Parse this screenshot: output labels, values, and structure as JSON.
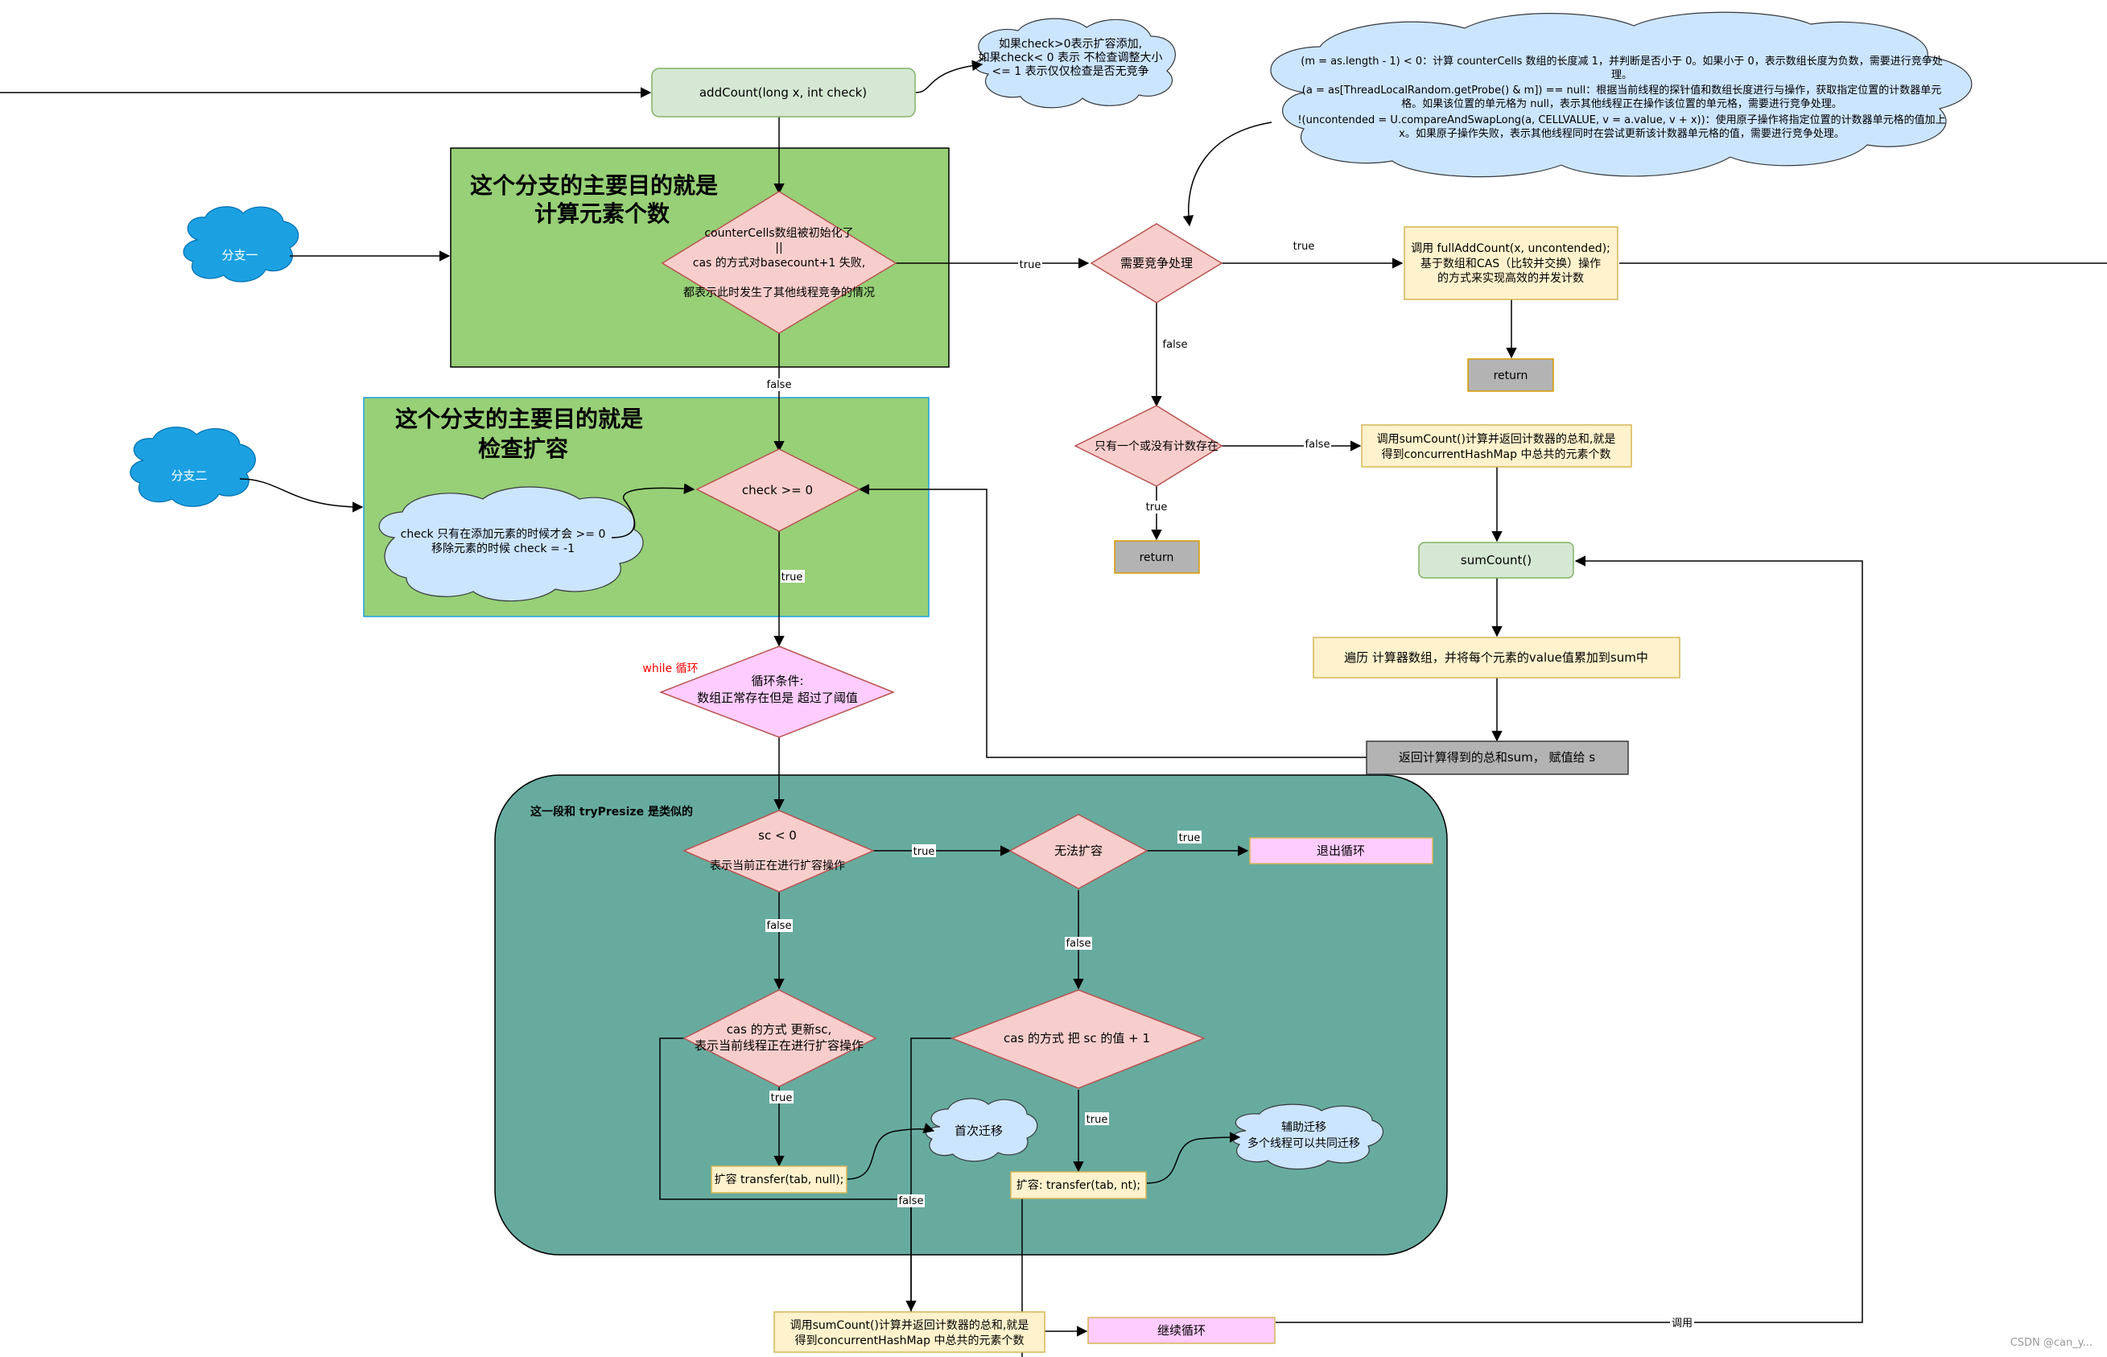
{
  "colors": {
    "panel_green": "#97d077",
    "panel_teal": "#67ab9f",
    "diamond_red": "#f8cecc",
    "diamond_pink": "#ffccff",
    "box_yellow": "#fff2cc",
    "box_green": "#d5e8d4",
    "box_gray": "#b3b3b3",
    "cloud_blue": "#cce5ff",
    "cloud_branch": "#1ba1e2",
    "loop_label": "#ff0000"
  },
  "nodes": {
    "add_count": "addCount(long x, int check)",
    "check_cloud": [
      "如果check>0表示扩容添加,",
      "如果check< 0 表示 不检查调整大小",
      "<= 1 表示仅仅检查是否无竞争"
    ],
    "m_cloud": [
      "(m = as.length - 1) < 0：计算 counterCells 数组的长度减 1，并判断是否小于 0。如果小于 0，表示数组长度为负数，需要进行竞争处",
      "理。",
      "(a = as[ThreadLocalRandom.getProbe() & m]) == null：根据当前线程的探针值和数组长度进行与操作，获取指定位置的计数器单元",
      "格。如果该位置的单元格为 null，表示其他线程正在操作该位置的单元格，需要进行竞争处理。",
      "!(uncontended = U.compareAndSwapLong(a, CELLVALUE, v = a.value, v + x))：使用原子操作将指定位置的计数器单元格的值加上",
      "x。如果原子操作失败，表示其他线程同时在尝试更新该计数器单元格的值，需要进行竞争处理。"
    ],
    "branch1_title": [
      "这个分支的主要目的就是",
      "计算元素个数"
    ],
    "branch2_title": [
      "这个分支的主要目的就是",
      "检查扩容"
    ],
    "branch1_cloud": "分支一",
    "branch2_cloud": "分支二",
    "counter_diamond": [
      "counterCells数组被初始化了",
      "||",
      "cas 的方式对basecount+1 失败,",
      "都表示此时发生了其他线程竞争的情况"
    ],
    "contention": "需要竞争处理",
    "full_add": [
      "调用 fullAddCount(x, uncontended);",
      "基于数组和CAS（比较并交换）操作",
      "的方式来实现高效的并发计数"
    ],
    "return1": "return",
    "only_one": "只有一个或没有计数存在",
    "return2": "return",
    "sum_call": [
      "调用sumCount()计算并返回计数器的总和,就是",
      "得到concurrentHashMap 中总共的元素个数"
    ],
    "sum_count": "sumCount()",
    "traverse": "遍历 计算器数组，并将每个元素的value值累加到sum中",
    "return_sum": "返回计算得到的总和sum， 赋值给 s",
    "check_diamond": "check  >= 0",
    "check_note": [
      "check 只有在添加元素的时候才会  >= 0",
      "移除元素的时候  check = -1"
    ],
    "while_label": "while 循环",
    "loop_diamond": [
      "循环条件:",
      "数组正常存在但是 超过了阈值"
    ],
    "try_presize_note": "这一段和 tryPresize 是类似的",
    "sc_diamond": [
      "sc  <  0",
      "表示当前正在进行扩容操作"
    ],
    "cannot_resize": "无法扩容",
    "exit_loop": "退出循环",
    "cas_update": [
      "cas  的方式 更新sc,",
      "表示当前线程正在进行扩容操作"
    ],
    "cas_plus": "cas  的方式 把 sc 的值 +  1",
    "transfer_null": "扩容 transfer(tab, null);",
    "transfer_nt": "扩容: transfer(tab, nt);",
    "first_migrate": "首次迁移",
    "assist_migrate": [
      "辅助迁移",
      "多个线程可以共同迁移"
    ],
    "bottom_sum": [
      "调用sumCount()计算并返回计数器的总和,就是",
      "得到concurrentHashMap 中总共的元素个数"
    ],
    "continue_loop": "继续循环",
    "watermark": "CSDN @can_y..."
  },
  "edge_labels": {
    "true": "true",
    "false": "false",
    "call": "调用"
  }
}
